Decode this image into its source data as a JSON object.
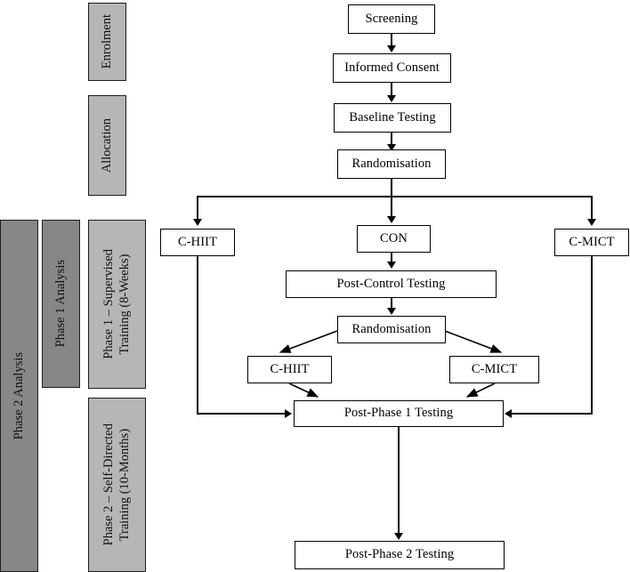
{
  "figure": {
    "type": "flowchart",
    "title": "Study design flow diagram"
  },
  "phase_bands": [
    {
      "label": "Enrolment",
      "shade": "light"
    },
    {
      "label": "Allocation",
      "shade": "light"
    },
    {
      "label": "Phase 1 – Supervised\nTraining (8-Weeks)",
      "shade": "light"
    },
    {
      "label": "Phase 2 – Self-Directed\nTraining (10-Months)",
      "shade": "light"
    }
  ],
  "analysis_bands": [
    {
      "label": "Phase 2 Analysis",
      "shade": "dark"
    },
    {
      "label": "Phase 1 Analysis",
      "shade": "dark"
    }
  ],
  "nodes": {
    "screening": "Screening",
    "informed_consent": "Informed Consent",
    "baseline_testing": "Baseline Testing",
    "randomisation_1": "Randomisation",
    "arm_chiit_1": "C-HIIT",
    "arm_con": "CON",
    "arm_cmict_1": "C-MICT",
    "post_control_testing": "Post-Control Testing",
    "randomisation_2": "Randomisation",
    "arm_chiit_2": "C-HIIT",
    "arm_cmict_2": "C-MICT",
    "post_phase_1_testing": "Post-Phase 1 Testing",
    "post_phase_2_testing": "Post-Phase 2 Testing"
  },
  "colors": {
    "band_dark": "#878787",
    "band_light": "#b6b6b6",
    "node_fill": "#ffffff",
    "stroke": "#000000",
    "background": "#ffffff"
  }
}
